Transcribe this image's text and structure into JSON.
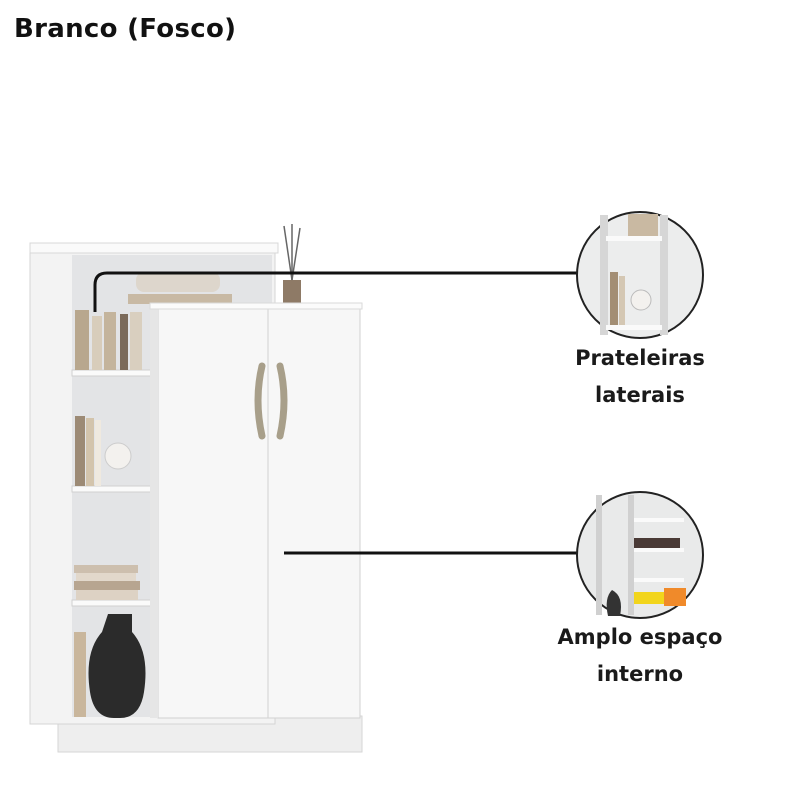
{
  "title": "Branco (Fosco)",
  "features": [
    {
      "line1": "Prateleiras",
      "line2": "laterais"
    },
    {
      "line1": "Amplo espaço",
      "line2": "interno"
    }
  ],
  "colors": {
    "cabinet": "#f2f2f2",
    "shadow": "#d9dadc",
    "text": "#111111",
    "handle": "#a89f8a",
    "callout_line": "#111111"
  }
}
